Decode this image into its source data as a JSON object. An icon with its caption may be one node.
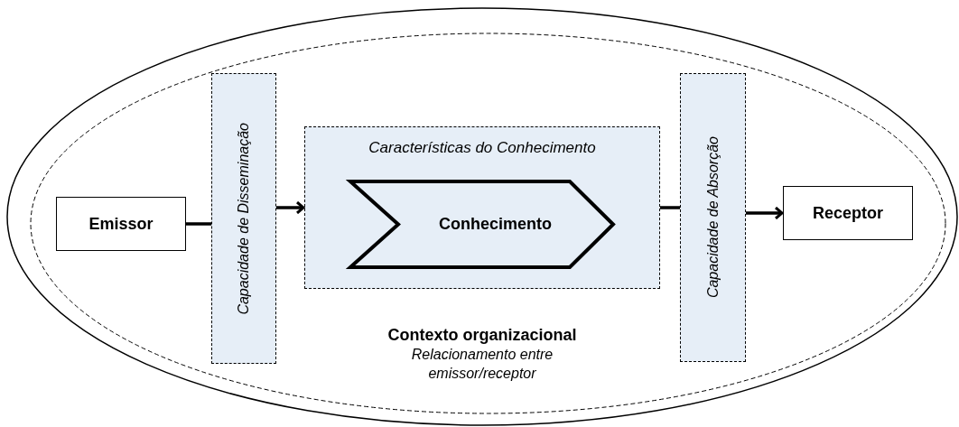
{
  "diagram": {
    "nodes": [
      {
        "text": [
          "Contexto organizacional",
          "Relacionamento entre emissor/receptor"
        ]
      },
      {
        "text": [
          "Emissor"
        ],
        "in": 0
      },
      {
        "text": [
          "Capacidade de Disseminação"
        ],
        "in": 0
      },
      {
        "text": [
          "Características do Conhecimento"
        ],
        "in": 0
      },
      {
        "text": [
          "Conhecimento"
        ],
        "in": 3
      },
      {
        "text": [
          "Capacidade de Absorção"
        ],
        "in": 0
      },
      {
        "text": [
          "Receptor"
        ],
        "in": 0
      }
    ],
    "edges": [
      {
        "from": 1,
        "to": 2,
        "arrow": "none"
      },
      {
        "from": 2,
        "to": 3,
        "arrow": "to"
      },
      {
        "from": 3,
        "to": 5,
        "arrow": "none"
      },
      {
        "from": 5,
        "to": 6,
        "arrow": "to"
      }
    ]
  }
}
